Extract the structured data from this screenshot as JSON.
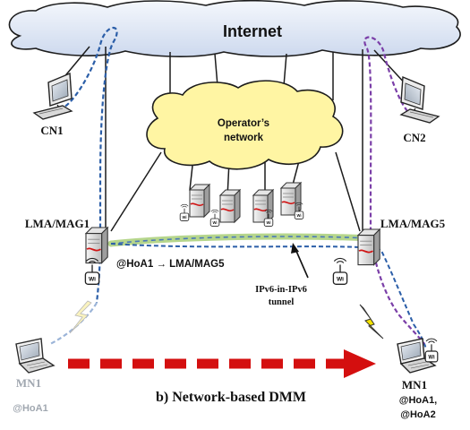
{
  "labels": {
    "internet": "Internet",
    "operator_line1": "Operator’s",
    "operator_line2": "network",
    "cn1": "CN1",
    "cn2": "CN2",
    "lma_mag1": "LMA/MAG1",
    "lma_mag5": "LMA/MAG5",
    "hoa_route": "@HoA1 → LMA/MAG5",
    "tunnel_line1": "IPv6-in-IPv6",
    "tunnel_line2": "tunnel",
    "mn1_old": "MN1",
    "mn1_old_hoa": "@HoA1",
    "mn1_new": "MN1",
    "mn1_new_hoa1": "@HoA1,",
    "mn1_new_hoa2": "@HoA2",
    "caption": "b) Network-based DMM",
    "wifi_text": "Wi Fi"
  },
  "colors": {
    "cloud_internet": "#dfe8f6",
    "cloud_operator": "#fff5a3",
    "blue_path": "#2b5ea8",
    "purple_path": "#7b3fa8",
    "tunnel_green": "#8fbf5a",
    "move_arrow": "#d40f0f",
    "lightning": "#f5e300",
    "faded_text": "#a0a7b0"
  }
}
